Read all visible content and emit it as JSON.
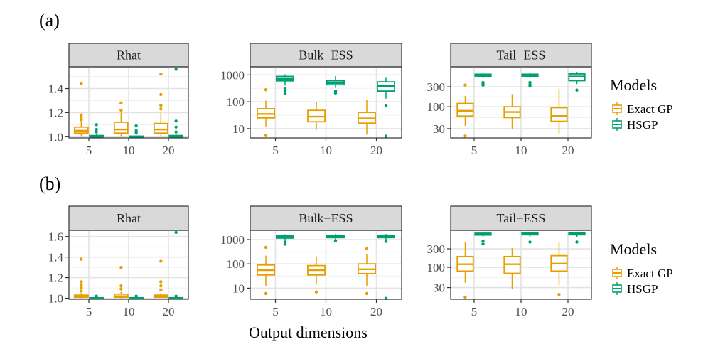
{
  "figure": {
    "xlabel": "Output dimensions",
    "legend": {
      "title": "Models",
      "entries": [
        {
          "label": "Exact GP",
          "color": "#E69F00"
        },
        {
          "label": "HSGP",
          "color": "#009E73"
        }
      ]
    }
  },
  "chart_data": [
    {
      "type": "box",
      "row_label": "(a)",
      "title": "Rhat",
      "scale": "linear",
      "ylim": [
        0.99,
        1.58
      ],
      "yticks": [
        1.0,
        1.2,
        1.4
      ],
      "ytick_labels": [
        "1.0",
        "1.2",
        "1.4"
      ],
      "categories": [
        "5",
        "10",
        "20"
      ],
      "series": [
        {
          "name": "Exact GP",
          "color": "#E69F00",
          "boxes": [
            {
              "x": "5",
              "whislo": 1.0,
              "q1": 1.03,
              "med": 1.05,
              "q3": 1.08,
              "whishi": 1.12,
              "outliers": [
                1.14,
                1.16,
                1.18,
                1.44
              ]
            },
            {
              "x": "10",
              "whislo": 1.0,
              "q1": 1.03,
              "med": 1.06,
              "q3": 1.12,
              "whishi": 1.2,
              "outliers": [
                1.22,
                1.28
              ]
            },
            {
              "x": "20",
              "whislo": 1.0,
              "q1": 1.03,
              "med": 1.06,
              "q3": 1.11,
              "whishi": 1.2,
              "outliers": [
                1.23,
                1.26,
                1.35,
                1.52
              ]
            }
          ]
        },
        {
          "name": "HSGP",
          "color": "#009E73",
          "boxes": [
            {
              "x": "5",
              "whislo": 1.0,
              "q1": 1.0,
              "med": 1.0,
              "q3": 1.01,
              "whishi": 1.02,
              "outliers": [
                1.04,
                1.06,
                1.1
              ]
            },
            {
              "x": "10",
              "whislo": 1.0,
              "q1": 1.0,
              "med": 1.0,
              "q3": 1.005,
              "whishi": 1.01,
              "outliers": [
                1.03,
                1.05,
                1.09
              ]
            },
            {
              "x": "20",
              "whislo": 1.0,
              "q1": 1.0,
              "med": 1.0,
              "q3": 1.01,
              "whishi": 1.02,
              "outliers": [
                1.04,
                1.08,
                1.13,
                1.56
              ]
            }
          ]
        }
      ]
    },
    {
      "type": "box",
      "row_label": "",
      "title": "Bulk−ESS",
      "scale": "log",
      "ylim": [
        4.5,
        2000
      ],
      "yticks": [
        10,
        100,
        1000
      ],
      "ytick_labels": [
        "10",
        "100",
        "1000"
      ],
      "categories": [
        "5",
        "10",
        "20"
      ],
      "series": [
        {
          "name": "Exact GP",
          "color": "#E69F00",
          "boxes": [
            {
              "x": "5",
              "whislo": 12,
              "q1": 25,
              "med": 35,
              "q3": 55,
              "whishi": 110,
              "outliers": [
                5.5,
                280
              ]
            },
            {
              "x": "10",
              "whislo": 9,
              "q1": 18,
              "med": 28,
              "q3": 48,
              "whishi": 100,
              "outliers": []
            },
            {
              "x": "20",
              "whislo": 6,
              "q1": 16,
              "med": 24,
              "q3": 40,
              "whishi": 120,
              "outliers": []
            }
          ]
        },
        {
          "name": "HSGP",
          "color": "#009E73",
          "boxes": [
            {
              "x": "5",
              "whislo": 400,
              "q1": 600,
              "med": 720,
              "q3": 880,
              "whishi": 1050,
              "outliers": [
                200,
                260,
                300
              ]
            },
            {
              "x": "10",
              "whislo": 330,
              "q1": 430,
              "med": 500,
              "q3": 600,
              "whishi": 900,
              "outliers": [
                210,
                250
              ]
            },
            {
              "x": "20",
              "whislo": 130,
              "q1": 250,
              "med": 380,
              "q3": 550,
              "whishi": 780,
              "outliers": [
                5.2,
                70
              ]
            }
          ]
        }
      ]
    },
    {
      "type": "box",
      "row_label": "",
      "title": "Tail−ESS",
      "scale": "log",
      "ylim": [
        18,
        900
      ],
      "yticks": [
        30,
        100,
        300
      ],
      "ytick_labels": [
        "30",
        "100",
        "300"
      ],
      "categories": [
        "5",
        "10",
        "20"
      ],
      "series": [
        {
          "name": "Exact GP",
          "color": "#E69F00",
          "boxes": [
            {
              "x": "5",
              "whislo": 35,
              "q1": 60,
              "med": 80,
              "q3": 120,
              "whishi": 180,
              "outliers": [
                20,
                330
              ]
            },
            {
              "x": "10",
              "whislo": 30,
              "q1": 55,
              "med": 75,
              "q3": 100,
              "whishi": 200,
              "outliers": []
            },
            {
              "x": "20",
              "whislo": 22,
              "q1": 45,
              "med": 60,
              "q3": 95,
              "whishi": 270,
              "outliers": []
            }
          ]
        },
        {
          "name": "HSGP",
          "color": "#009E73",
          "boxes": [
            {
              "x": "5",
              "whislo": 480,
              "q1": 520,
              "med": 560,
              "q3": 600,
              "whishi": 630,
              "outliers": [
                330,
                350,
                380
              ]
            },
            {
              "x": "10",
              "whislo": 480,
              "q1": 520,
              "med": 560,
              "q3": 600,
              "whishi": 630,
              "outliers": [
                310,
                340,
                380
              ]
            },
            {
              "x": "20",
              "whislo": 350,
              "q1": 420,
              "med": 530,
              "q3": 610,
              "whishi": 680,
              "outliers": [
                250
              ]
            }
          ]
        }
      ]
    },
    {
      "type": "box",
      "row_label": "(b)",
      "title": "Rhat",
      "scale": "linear",
      "ylim": [
        0.99,
        1.66
      ],
      "yticks": [
        1.0,
        1.2,
        1.4,
        1.6
      ],
      "ytick_labels": [
        "1.0",
        "1.2",
        "1.4",
        "1.6"
      ],
      "categories": [
        "5",
        "10",
        "20"
      ],
      "series": [
        {
          "name": "Exact GP",
          "color": "#E69F00",
          "boxes": [
            {
              "x": "5",
              "whislo": 1.0,
              "q1": 1.01,
              "med": 1.02,
              "q3": 1.03,
              "whishi": 1.05,
              "outliers": [
                1.07,
                1.1,
                1.13,
                1.16,
                1.38
              ]
            },
            {
              "x": "10",
              "whislo": 1.0,
              "q1": 1.01,
              "med": 1.02,
              "q3": 1.04,
              "whishi": 1.06,
              "outliers": [
                1.09,
                1.12,
                1.3
              ]
            },
            {
              "x": "20",
              "whislo": 1.0,
              "q1": 1.01,
              "med": 1.02,
              "q3": 1.03,
              "whishi": 1.05,
              "outliers": [
                1.08,
                1.12,
                1.16,
                1.36
              ]
            }
          ]
        },
        {
          "name": "HSGP",
          "color": "#009E73",
          "boxes": [
            {
              "x": "5",
              "whislo": 1.0,
              "q1": 1.0,
              "med": 1.0,
              "q3": 1.005,
              "whishi": 1.01,
              "outliers": [
                1.02
              ]
            },
            {
              "x": "10",
              "whislo": 1.0,
              "q1": 1.0,
              "med": 1.0,
              "q3": 1.005,
              "whishi": 1.01,
              "outliers": [
                1.02
              ]
            },
            {
              "x": "20",
              "whislo": 1.0,
              "q1": 1.0,
              "med": 1.0,
              "q3": 1.005,
              "whishi": 1.01,
              "outliers": [
                1.02,
                1.64
              ]
            }
          ]
        }
      ]
    },
    {
      "type": "box",
      "row_label": "",
      "title": "Bulk−ESS",
      "scale": "log",
      "ylim": [
        3.5,
        2400
      ],
      "yticks": [
        10,
        100,
        1000
      ],
      "ytick_labels": [
        "10",
        "100",
        "1000"
      ],
      "categories": [
        "5",
        "10",
        "20"
      ],
      "series": [
        {
          "name": "Exact GP",
          "color": "#E69F00",
          "boxes": [
            {
              "x": "5",
              "whislo": 12,
              "q1": 35,
              "med": 55,
              "q3": 90,
              "whishi": 220,
              "outliers": [
                6,
                480
              ]
            },
            {
              "x": "10",
              "whislo": 14,
              "q1": 35,
              "med": 55,
              "q3": 85,
              "whishi": 200,
              "outliers": [
                7
              ]
            },
            {
              "x": "20",
              "whislo": 12,
              "q1": 40,
              "med": 60,
              "q3": 100,
              "whishi": 250,
              "outliers": [
                6,
                420
              ]
            }
          ]
        },
        {
          "name": "HSGP",
          "color": "#009E73",
          "boxes": [
            {
              "x": "5",
              "whislo": 950,
              "q1": 1150,
              "med": 1300,
              "q3": 1450,
              "whishi": 1650,
              "outliers": [
                650,
                800
              ]
            },
            {
              "x": "10",
              "whislo": 1000,
              "q1": 1200,
              "med": 1350,
              "q3": 1500,
              "whishi": 1700,
              "outliers": [
                900
              ]
            },
            {
              "x": "20",
              "whislo": 950,
              "q1": 1200,
              "med": 1350,
              "q3": 1500,
              "whishi": 1700,
              "outliers": [
                3.8,
                850
              ]
            }
          ]
        }
      ]
    },
    {
      "type": "box",
      "row_label": "",
      "title": "Tail−ESS",
      "scale": "log",
      "ylim": [
        15,
        900
      ],
      "yticks": [
        30,
        100,
        300
      ],
      "ytick_labels": [
        "30",
        "100",
        "300"
      ],
      "categories": [
        "5",
        "10",
        "20"
      ],
      "series": [
        {
          "name": "Exact GP",
          "color": "#E69F00",
          "boxes": [
            {
              "x": "5",
              "whislo": 40,
              "q1": 80,
              "med": 120,
              "q3": 190,
              "whishi": 450,
              "outliers": [
                17
              ]
            },
            {
              "x": "10",
              "whislo": 28,
              "q1": 70,
              "med": 120,
              "q3": 190,
              "whishi": 310,
              "outliers": []
            },
            {
              "x": "20",
              "whislo": 35,
              "q1": 80,
              "med": 125,
              "q3": 200,
              "whishi": 450,
              "outliers": [
                20
              ]
            }
          ]
        },
        {
          "name": "HSGP",
          "color": "#009E73",
          "boxes": [
            {
              "x": "5",
              "whislo": 600,
              "q1": 680,
              "med": 720,
              "q3": 760,
              "whishi": 790,
              "outliers": [
                400,
                480
              ]
            },
            {
              "x": "10",
              "whislo": 600,
              "q1": 690,
              "med": 730,
              "q3": 770,
              "whishi": 790,
              "outliers": [
                450
              ]
            },
            {
              "x": "20",
              "whislo": 600,
              "q1": 690,
              "med": 730,
              "q3": 770,
              "whishi": 790,
              "outliers": [
                450
              ]
            }
          ]
        }
      ]
    }
  ]
}
